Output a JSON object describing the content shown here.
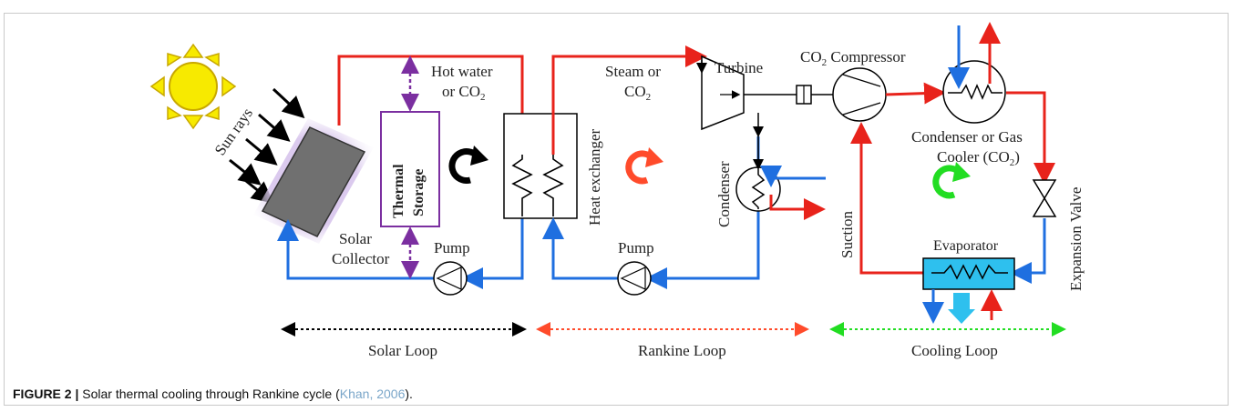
{
  "labels": {
    "sun_rays": "Sun rays",
    "solar_collector_1": "Solar",
    "solar_collector_2": "Collector",
    "thermal_storage_1": "Thermal",
    "thermal_storage_2": "Storage",
    "hot_water_1": "Hot water",
    "hot_water_2": "or CO",
    "hot_water_sub": "2",
    "heat_exchanger": "Heat exchanger",
    "steam_1": "Steam or",
    "steam_2": "CO",
    "steam_sub": "2",
    "turbine": "Turbine",
    "co2_compressor_pre": "CO",
    "co2_compressor_sub": "2",
    "co2_compressor_post": " Compressor",
    "condenser": "Condenser",
    "condenser_gas_1": "Condenser or Gas",
    "condenser_gas_2": "Cooler (CO",
    "condenser_gas_sub": "2",
    "condenser_gas_end": ")",
    "expansion_valve": "Expansion Valve",
    "suction": "Suction",
    "evaporator": "Evaporator",
    "pump_1": "Pump",
    "pump_2": "Pump"
  },
  "loops": {
    "solar": "Solar Loop",
    "rankine": "Rankine Loop",
    "cooling": "Cooling Loop"
  },
  "caption": {
    "label": "FIGURE 2 |",
    "text": " Solar thermal cooling through Rankine cycle (",
    "cite": "Khan, 2006",
    "end": ")."
  },
  "colors": {
    "hot_line": "#e8231b",
    "cold_line": "#1f6fe0",
    "sun": "#f7ea00",
    "collector": "#707070",
    "storage_border": "#7b2fa0",
    "evaporator": "#2ec0ee",
    "solar_loop": "#000000",
    "rankine_loop": "#ff4b2b",
    "cooling_loop": "#22dd22"
  }
}
